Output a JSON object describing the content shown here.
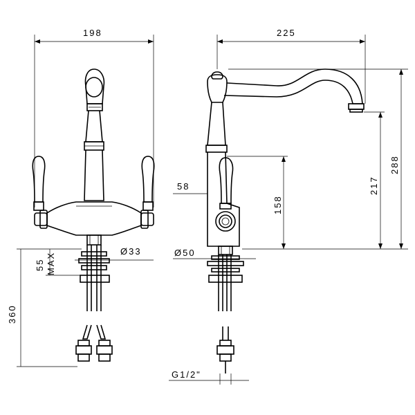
{
  "dimensions": {
    "width_left": "198",
    "width_right": "225",
    "height_total": "288",
    "height_spout": "217",
    "height_handle": "158",
    "height_body": "360",
    "max_thickness": "55",
    "max_label": "MAX",
    "base_diameter_left": "Ø33",
    "base_diameter_right": "Ø50",
    "handle_offset": "58",
    "thread": "G1/2\""
  },
  "colors": {
    "line": "#000000",
    "background": "#ffffff"
  }
}
